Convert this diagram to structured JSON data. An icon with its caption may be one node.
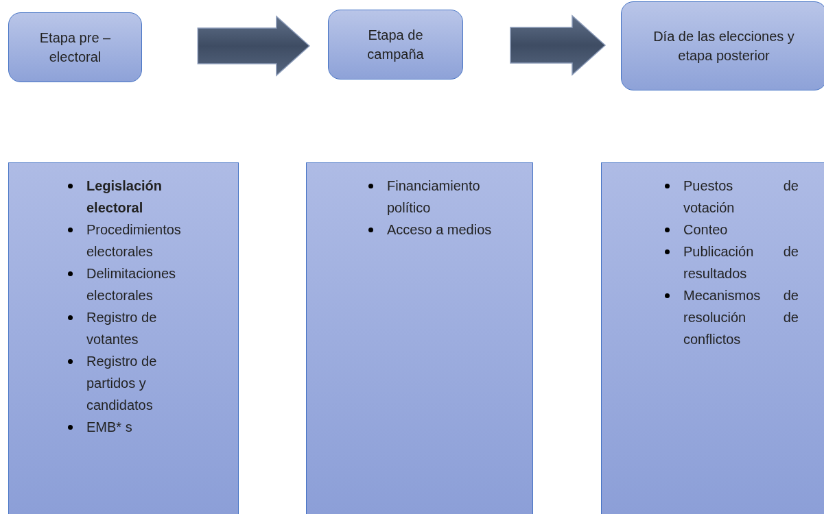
{
  "diagram": {
    "nodes": [
      {
        "text": [
          "Etapa pre – electoral"
        ]
      },
      {
        "text": [
          "Etapa de campaña"
        ]
      },
      {
        "text": [
          "Día de las elecciones y etapa posterior"
        ]
      },
      {
        "text": [
          "**Legislación electoral**",
          "Procedimientos electorales",
          "Delimitaciones electorales",
          "Registro de votantes",
          "Registro de partidos y candidatos",
          "EMB* s"
        ]
      },
      {
        "text": [
          "Financiamiento político",
          "Acceso a medios"
        ]
      },
      {
        "text": [
          "Puestos de votación",
          "Conteo",
          "Publicación de resultados",
          "Mecanismos de resolución de conflictos"
        ]
      }
    ],
    "edges": [
      {
        "from": 0,
        "to": 1,
        "arrow": "to",
        "style": "thick"
      },
      {
        "from": 1,
        "to": 2,
        "arrow": "to",
        "style": "thick"
      }
    ]
  }
}
